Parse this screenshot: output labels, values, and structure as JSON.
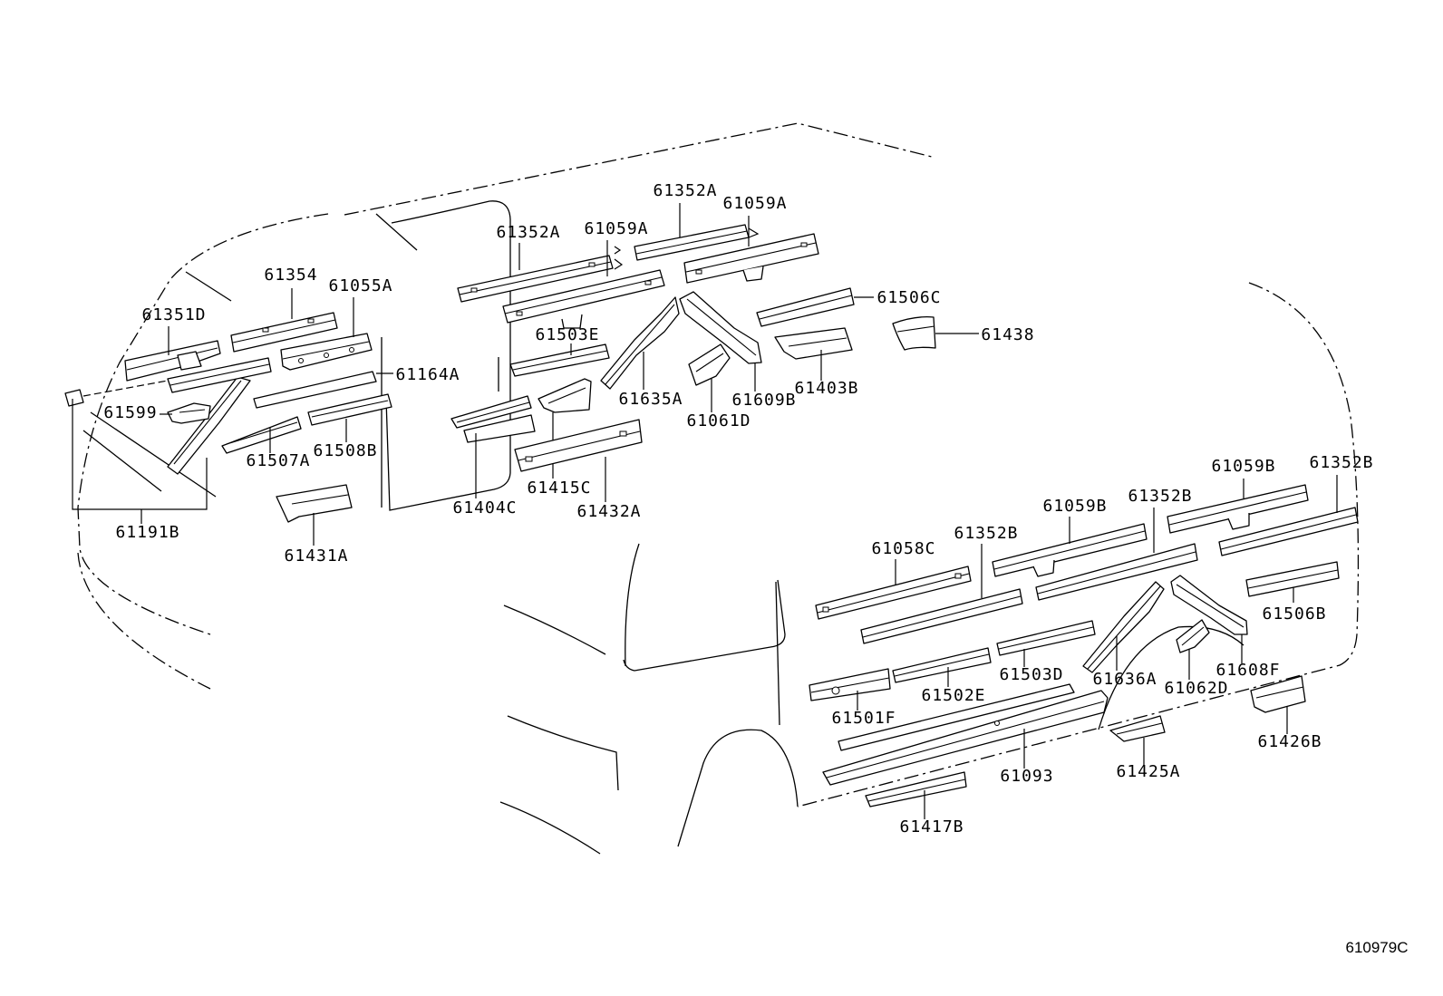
{
  "figure_code": "610979C",
  "callouts": [
    "61352A",
    "61059A",
    "61352A",
    "61059A",
    "61354",
    "61055A",
    "61351D",
    "61503E",
    "61506C",
    "61438",
    "61164A",
    "61599",
    "61635A",
    "61609B",
    "61403B",
    "61061D",
    "61507A",
    "61508B",
    "61415C",
    "61404C",
    "61432A",
    "61191B",
    "61431A",
    "61059B",
    "61352B",
    "61059B",
    "61352B",
    "61058C",
    "61352B",
    "61506B",
    "61503D",
    "61636A",
    "61608F",
    "61062D",
    "61502E",
    "61501F",
    "61426B",
    "61093",
    "61425A",
    "61417B"
  ]
}
